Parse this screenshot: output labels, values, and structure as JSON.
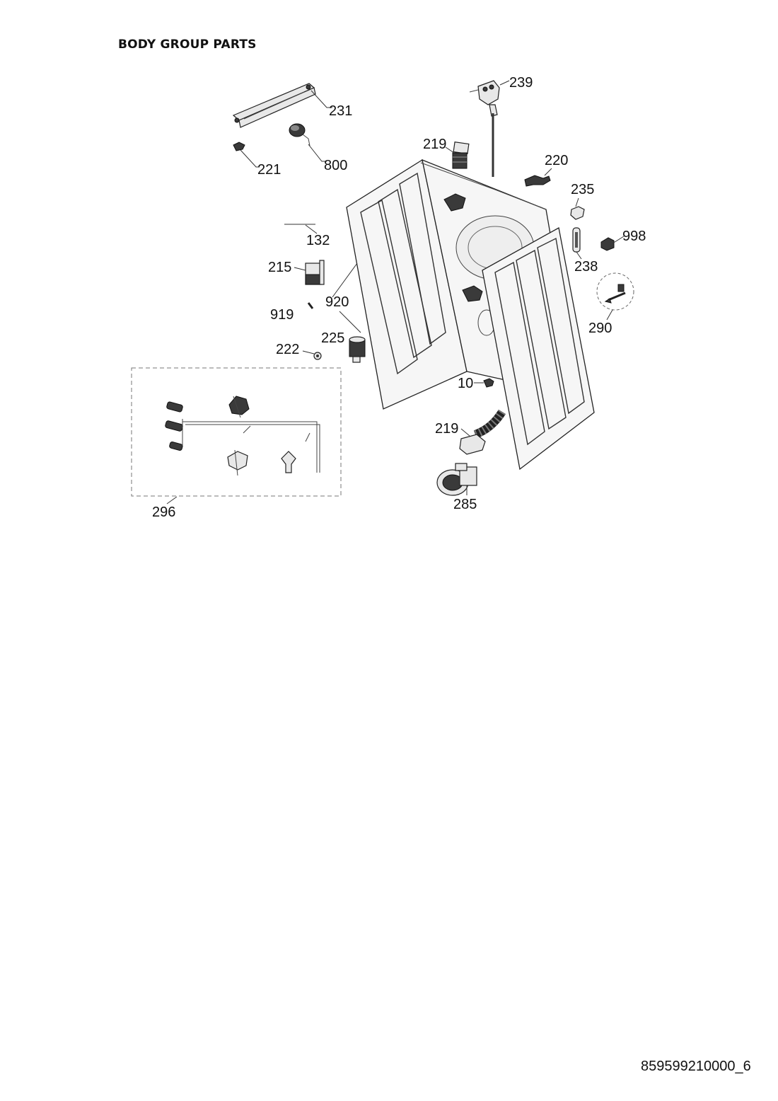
{
  "page": {
    "heading": "BODY GROUP PARTS",
    "document_code": "859599210000_6"
  },
  "callouts": {
    "c231": "231",
    "c221": "221",
    "c800": "800",
    "c239": "239",
    "c219_top": "219",
    "c220": "220",
    "c235": "235",
    "c998": "998",
    "c238": "238",
    "c132": "132",
    "c215": "215",
    "c920": "920",
    "c919": "919",
    "c225": "225",
    "c222": "222",
    "c290": "290",
    "c10": "10",
    "c219_bottom": "219",
    "c285": "285",
    "c296": "296"
  }
}
